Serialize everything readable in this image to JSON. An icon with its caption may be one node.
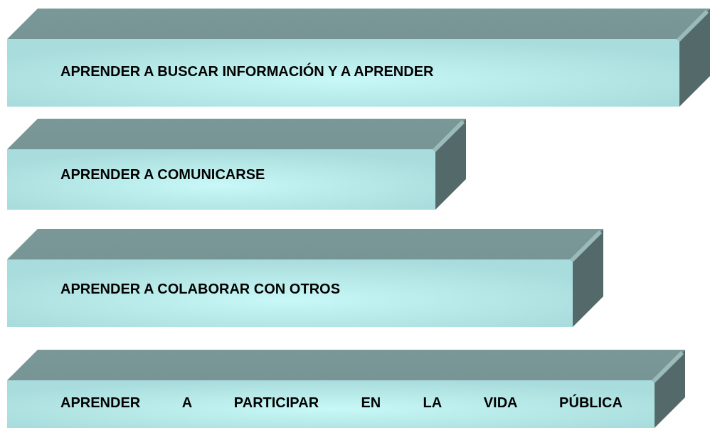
{
  "diagram": {
    "nodes": [
      {
        "text": [
          "APRENDER A BUSCAR INFORMACIÓN Y A APRENDER"
        ]
      },
      {
        "text": [
          "APRENDER A COMUNICARSE"
        ]
      },
      {
        "text": [
          "APRENDER A COLABORAR CON OTROS"
        ]
      },
      {
        "text": [
          "APRENDER A PARTICIPAR EN LA VIDA PÚBLICA"
        ]
      }
    ]
  }
}
